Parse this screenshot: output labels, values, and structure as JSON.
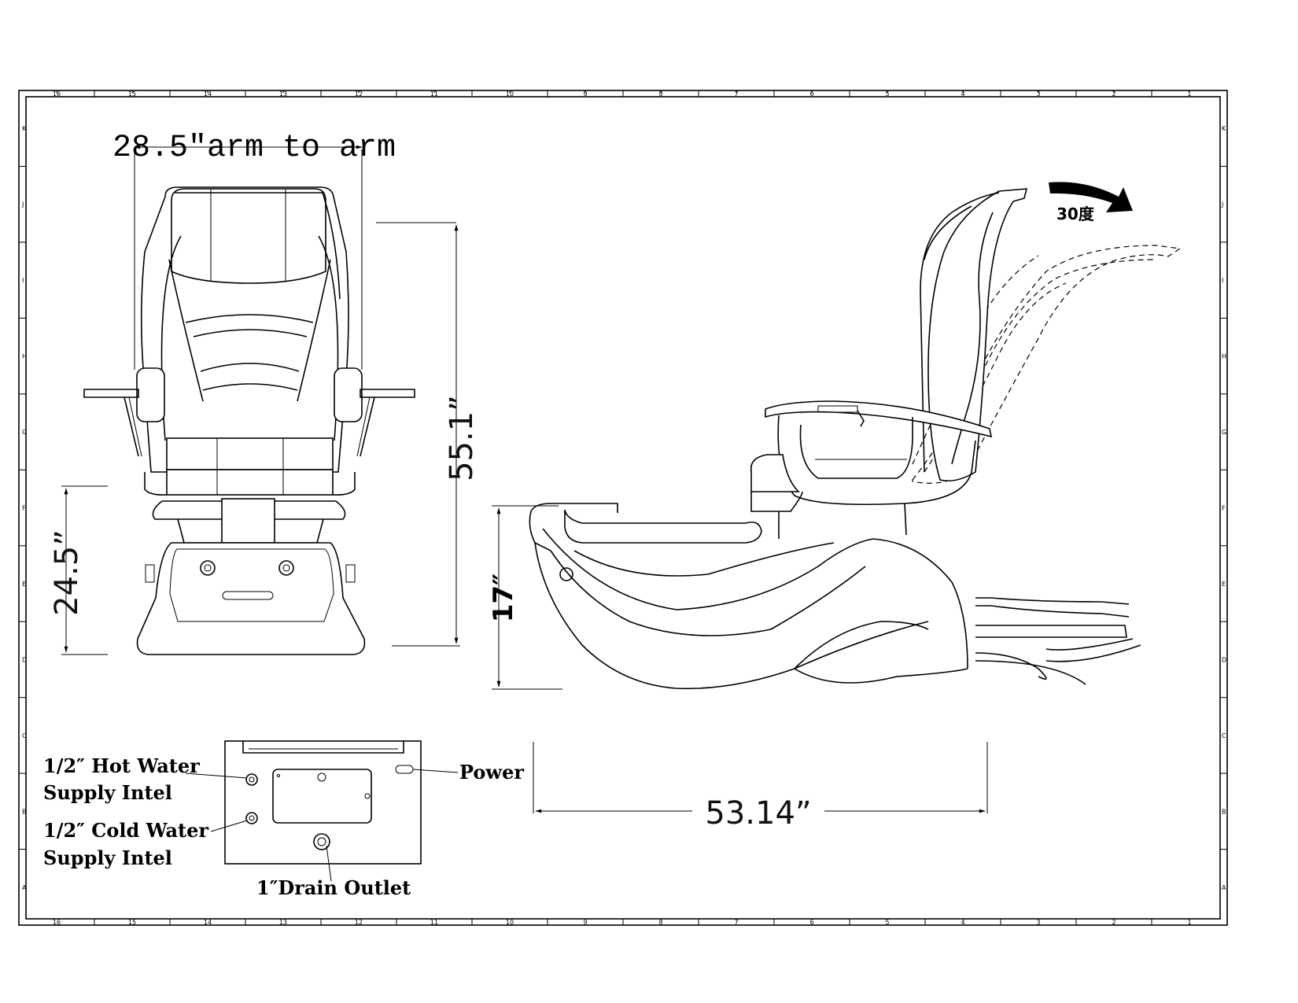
{
  "ruler": {
    "columns": [
      "16",
      "15",
      "14",
      "13",
      "12",
      "11",
      "10",
      "9",
      "8",
      "7",
      "6",
      "5",
      "4",
      "3",
      "2",
      "1"
    ],
    "rows": [
      "K",
      "J",
      "I",
      "H",
      "G",
      "F",
      "E",
      "D",
      "C",
      "B",
      "A"
    ]
  },
  "front_view": {
    "arm_to_arm": "28.5″arm to arm",
    "height_total": "55.1”",
    "height_base": "24.5”"
  },
  "side_view": {
    "recline_angle": "30度",
    "basin_height": "17″",
    "length": "53.14”"
  },
  "bottom_view": {
    "hot_water_line1": "1/2″ Hot Water",
    "hot_water_line2": "Supply Intel",
    "cold_water_line1": "1/2″ Cold Water",
    "cold_water_line2": "Supply Intel",
    "power": "Power",
    "drain": "1″Drain Outlet"
  }
}
